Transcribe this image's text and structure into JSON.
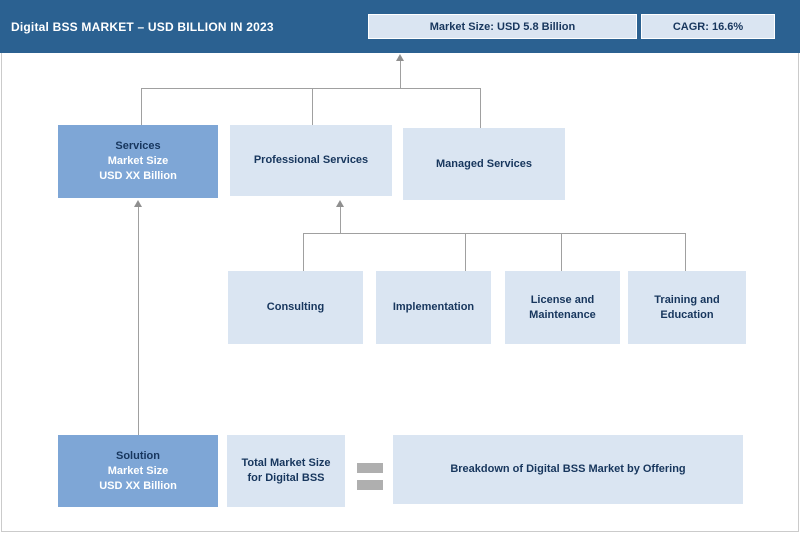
{
  "colors": {
    "header-bg": "#2B6191",
    "header-text": "#FFFFFF",
    "badge-bg": "#DAE5F2",
    "medium-box-bg": "#7EA6D6",
    "light-box-bg": "#DAE5F2",
    "dark-text": "#17365D",
    "white-text": "#FFFFFF",
    "line-gray": "#A0A0A0",
    "equals-gray": "#AFAFAF",
    "frame-border": "#CBCBCB"
  },
  "header": {
    "title": "Digital BSS MARKET – USD BILLION IN 2023",
    "market_size": "Market Size: USD 5.8 Billion",
    "cagr": "CAGR: 16.6%"
  },
  "tree": {
    "services": {
      "title": "Services",
      "subtitle_line1": "Market Size",
      "subtitle_line2": "USD XX Billion"
    },
    "professional_services": "Professional Services",
    "managed_services": "Managed Services",
    "professional_sub": [
      "Consulting",
      "Implementation",
      "License and Maintenance",
      "Training and Education"
    ]
  },
  "bottom": {
    "solution": {
      "title": "Solution",
      "subtitle_line1": "Market Size",
      "subtitle_line2": "USD XX Billion"
    },
    "total_market": "Total Market Size for Digital BSS",
    "breakdown": "Breakdown of Digital BSS Market by Offering"
  }
}
